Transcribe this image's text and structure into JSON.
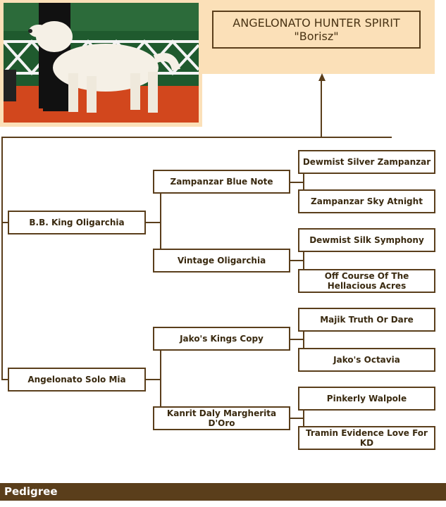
{
  "subject": {
    "name": "ANGELONATO HUNTER SPIRIT",
    "nickname": "\"Borisz\""
  },
  "pedigree": {
    "sire": "B.B. King Oligarchia",
    "dam": "Angelonato Solo Mia",
    "sire_sire": "Zampanzar Blue Note",
    "sire_dam": "Vintage Oligarchia",
    "dam_sire": "Jako's Kings Copy",
    "dam_dam": "Kanrit Daly Margherita D'Oro",
    "ggp": [
      "Dewmist Silver Zampanzar",
      "Zampanzar Sky Atnight",
      "Dewmist Silk Symphony",
      "Off Course Of The Hellacious Acres",
      "Majik Truth Or Dare",
      "Jako's Octavia",
      "Pinkerly Walpole",
      "Tramin Evidence Love For KD"
    ]
  },
  "footer": {
    "label": "Pedigree"
  },
  "colors": {
    "line": "#5a3e1b",
    "panel": "#fbe0b8",
    "footer": "#5a3e1b"
  }
}
